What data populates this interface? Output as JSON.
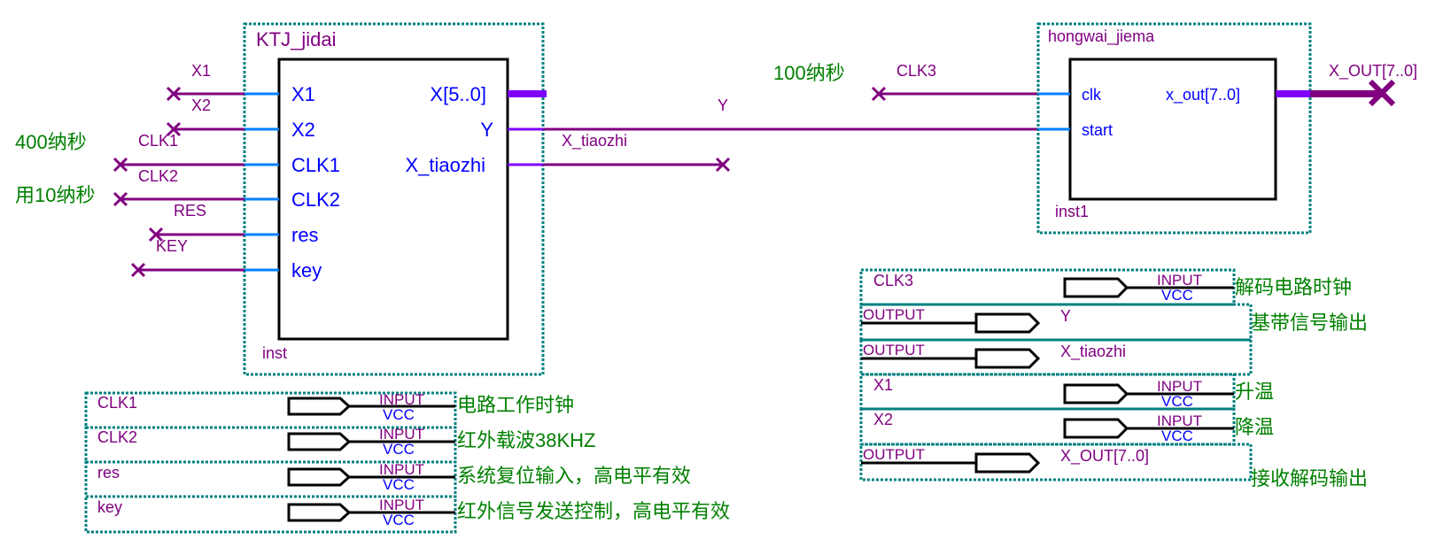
{
  "block1": {
    "name": "KTJ_jidai",
    "instance": "inst",
    "inputs": [
      "X1",
      "X2",
      "CLK1",
      "CLK2",
      "res",
      "key"
    ],
    "outputs": [
      "X[5..0]",
      "Y",
      "X_tiaozhi"
    ]
  },
  "block2": {
    "name": "hongwai_jiema",
    "instance": "inst1",
    "inputs": [
      "clk",
      "start"
    ],
    "outputs": [
      "x_out[7..0]"
    ]
  },
  "nets": {
    "X1": "X1",
    "X2": "X2",
    "CLK1": "CLK1",
    "CLK2": "CLK2",
    "RES": "RES",
    "KEY": "KEY",
    "Y": "Y",
    "X_tiaozhi": "X_tiaozhi",
    "CLK3": "CLK3",
    "X_OUT": "X_OUT[7..0]"
  },
  "annotations": {
    "clk1_period": "400纳秒",
    "clk2_period": "用10纳秒",
    "clk3_period": "100纳秒"
  },
  "pins_left": [
    {
      "name": "CLK1",
      "type": "INPUT",
      "default": "VCC",
      "comment": "电路工作时钟"
    },
    {
      "name": "CLK2",
      "type": "INPUT",
      "default": "VCC",
      "comment": "红外载波38KHZ"
    },
    {
      "name": "res",
      "type": "INPUT",
      "default": "VCC",
      "comment": "系统复位输入，高电平有效"
    },
    {
      "name": "key",
      "type": "INPUT",
      "default": "VCC",
      "comment": "红外信号发送控制，高电平有效"
    }
  ],
  "pins_right": [
    {
      "name": "CLK3",
      "type": "INPUT",
      "default": "VCC",
      "comment": "解码电路时钟"
    },
    {
      "name": "Y",
      "type": "OUTPUT",
      "default": "",
      "comment": "基带信号输出"
    },
    {
      "name": "X_tiaozhi",
      "type": "OUTPUT",
      "default": "",
      "comment": ""
    },
    {
      "name": "X1",
      "type": "INPUT",
      "default": "VCC",
      "comment": "升温"
    },
    {
      "name": "X2",
      "type": "INPUT",
      "default": "VCC",
      "comment": "降温"
    },
    {
      "name": "X_OUT[7..0]",
      "type": "OUTPUT",
      "default": "",
      "comment": "接收解码输出"
    }
  ]
}
